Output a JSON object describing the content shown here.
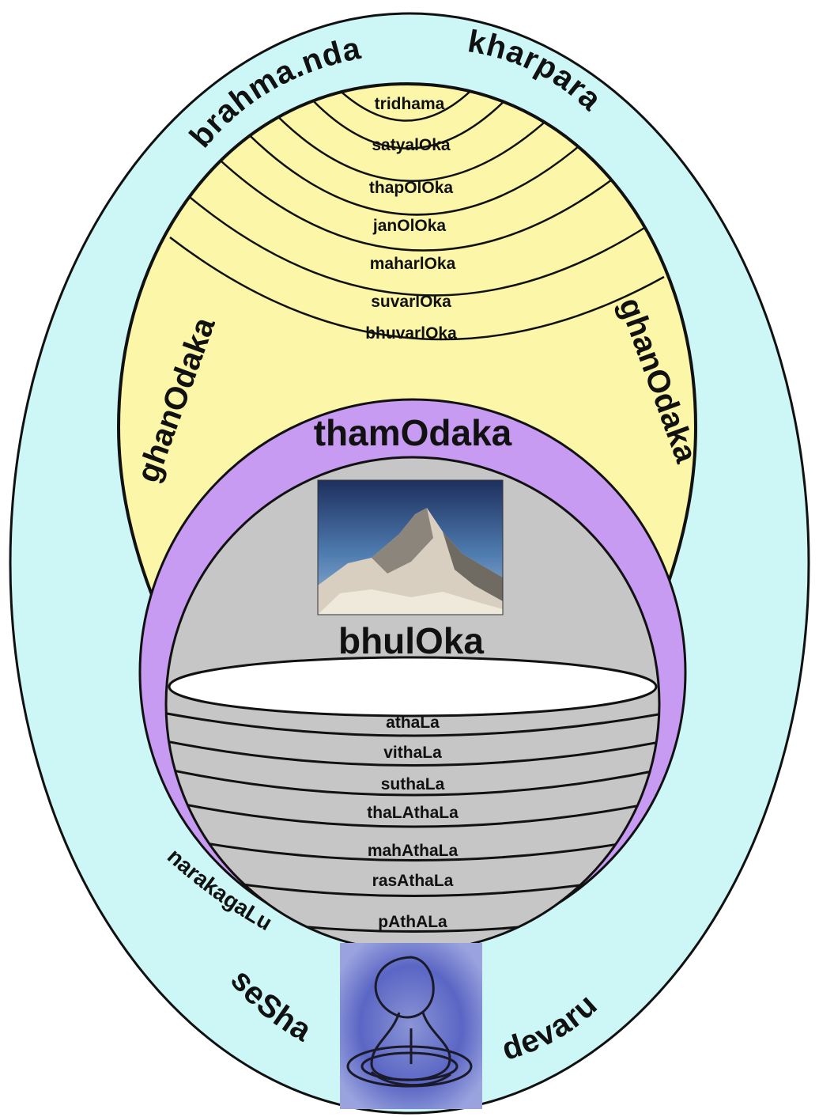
{
  "outer_labels": {
    "top_left": "brahma.nda",
    "top_right": "kharpara",
    "left": "ghanOdaka",
    "right": "ghanOdaka",
    "hell": "narakagaLu",
    "bottom_left": "seSha",
    "bottom_right": "devaru"
  },
  "inner_labels": {
    "purple_ring": "thamOdaka",
    "earth": "bhulOka"
  },
  "upper_worlds": [
    "tridhama",
    "satyalOka",
    "thapOlOka",
    "janOlOka",
    "maharlOka",
    "suvarlOka",
    "bhuvarlOka"
  ],
  "lower_worlds": [
    "athaLa",
    "vithaLa",
    "suthaLa",
    "thaLAthaLa",
    "mahAthaLa",
    "rasAthaLa",
    "pAthALa"
  ],
  "colors": {
    "outer_egg": "#cdf7f7",
    "yellow_region": "#fbf6a8",
    "purple_ring": "#c79bf2",
    "earth_gray": "#c6c6c6",
    "ink": "#111111"
  },
  "images": {
    "mountain": "mountain-photo",
    "serpent": "serpent-drawing"
  }
}
